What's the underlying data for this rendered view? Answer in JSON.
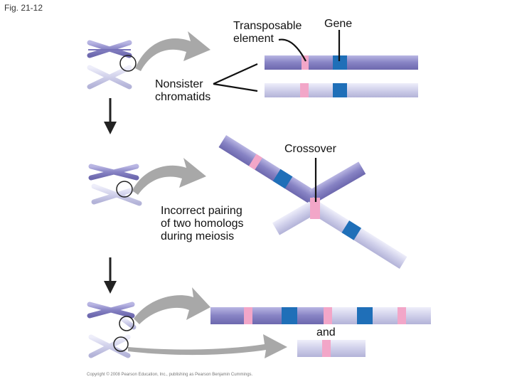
{
  "figure_label": "Fig. 21-12",
  "labels": {
    "transposable_element": "Transposable\nelement",
    "gene": "Gene",
    "nonsister_chromatids": "Nonsister\nchromatids",
    "crossover": "Crossover",
    "incorrect_pairing": "Incorrect pairing\nof two homologs\nduring meiosis",
    "and": "and"
  },
  "copyright": "Copyright © 2008 Pearson Education, Inc., publishing as Pearson Benjamin Cummings.",
  "colors": {
    "dark_chromatid": "#8a86c6",
    "light_chromatid": "#cfd0ea",
    "transposable_element": "#f2a6c8",
    "gene": "#1f6fb8",
    "arrow_gray": "#a8a8a8",
    "pointer_black": "#111111"
  }
}
